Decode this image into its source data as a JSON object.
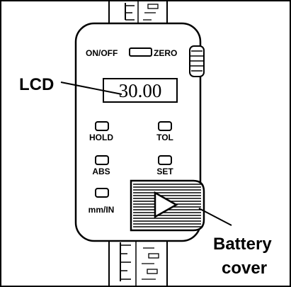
{
  "device": {
    "power_label": "ON/OFF",
    "zero_label": "ZERO",
    "display_reading": "30.00",
    "buttons": {
      "hold": "HOLD",
      "tol": "TOL",
      "abs": "ABS",
      "set": "SET",
      "units": "mm/IN"
    }
  },
  "callouts": {
    "lcd": "LCD",
    "battery_line1": "Battery",
    "battery_line2": "cover"
  },
  "colors": {
    "ink": "#000000",
    "paper": "#ffffff"
  }
}
